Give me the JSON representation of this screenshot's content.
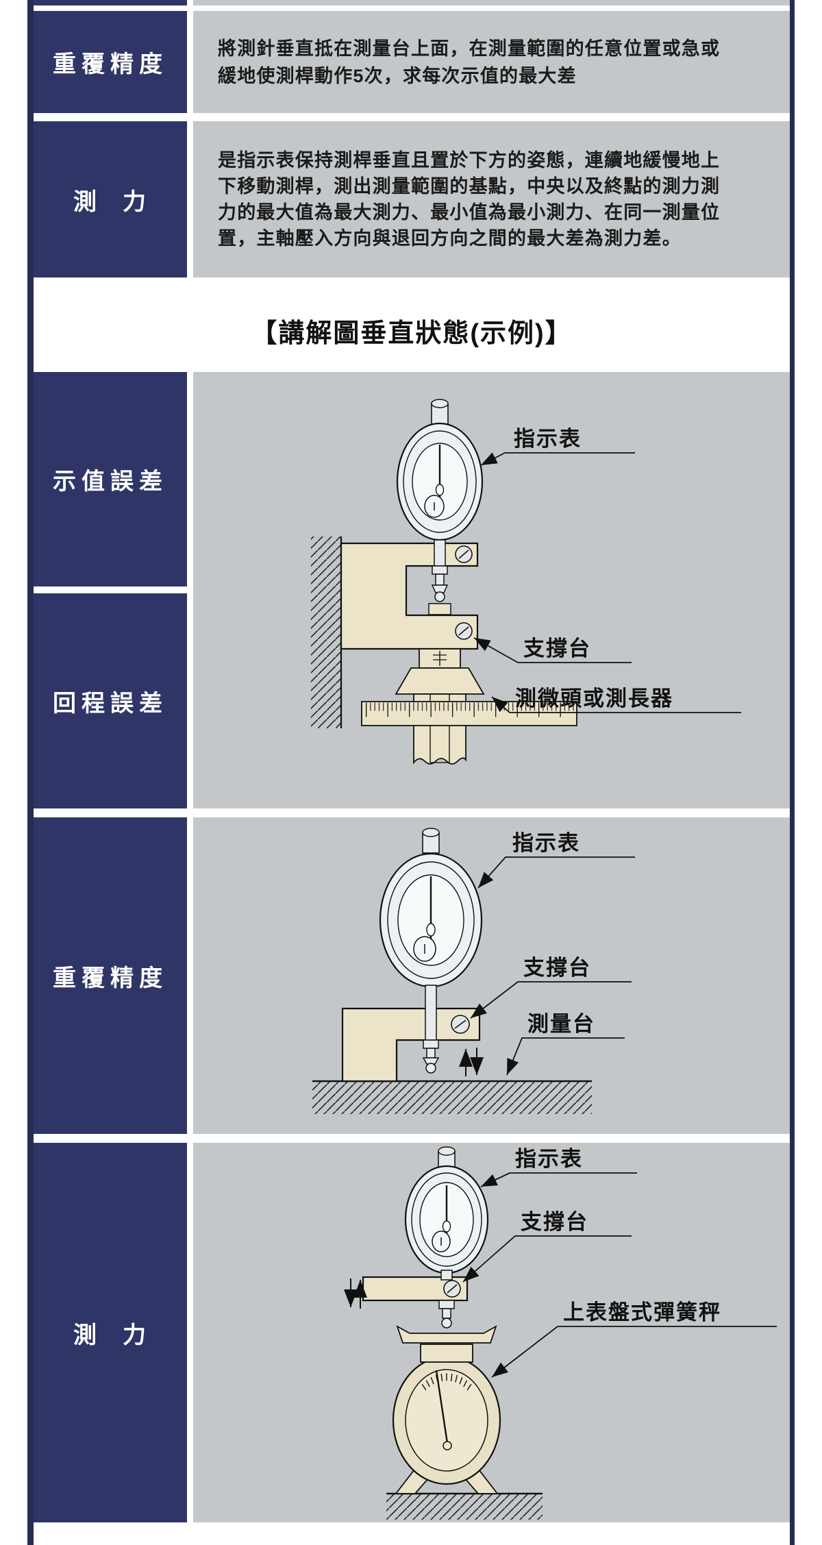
{
  "title": "【講解圖垂直狀態(示例)】",
  "rows": {
    "repeat_precision": {
      "label": "重覆精度",
      "text": "將測針垂直抵在測量台上面，在測量範圍的任意位置或急或緩地使測桿動作5次，求每次示值的最大差"
    },
    "measuring_force": {
      "label": "測　力",
      "text": "是指示表保持測桿垂直且置於下方的姿態，連續地緩慢地上下移動測桿，測出測量範圍的基點，中央以及終點的測力測力的最大值為最大測力、最小值為最小測力、在同一測量位置，主軸壓入方向與退回方向之間的最大差為測力差。"
    },
    "indication_error": {
      "label": "示值誤差"
    },
    "hysteresis_error": {
      "label": "回程誤差"
    },
    "repeat_precision2": {
      "label": "重覆精度"
    },
    "measuring_force2": {
      "label": "測　力"
    }
  },
  "diagram1": {
    "dial": "指示表",
    "support": "支撐台",
    "micrometer": "測微頭或測長器"
  },
  "diagram2": {
    "dial": "指示表",
    "support": "支撐台",
    "stage": "測量台"
  },
  "diagram3": {
    "dial": "指示表",
    "support": "支撐台",
    "spring_scale": "上表盤式彈簧秤"
  },
  "colors": {
    "header_bg": "#2f3566",
    "table_border": "#272c55",
    "cell_bg": "#c3c7c9",
    "cream": "#ece4c9",
    "dial_face": "#ecf1f4",
    "text": "#1b1b1b"
  }
}
